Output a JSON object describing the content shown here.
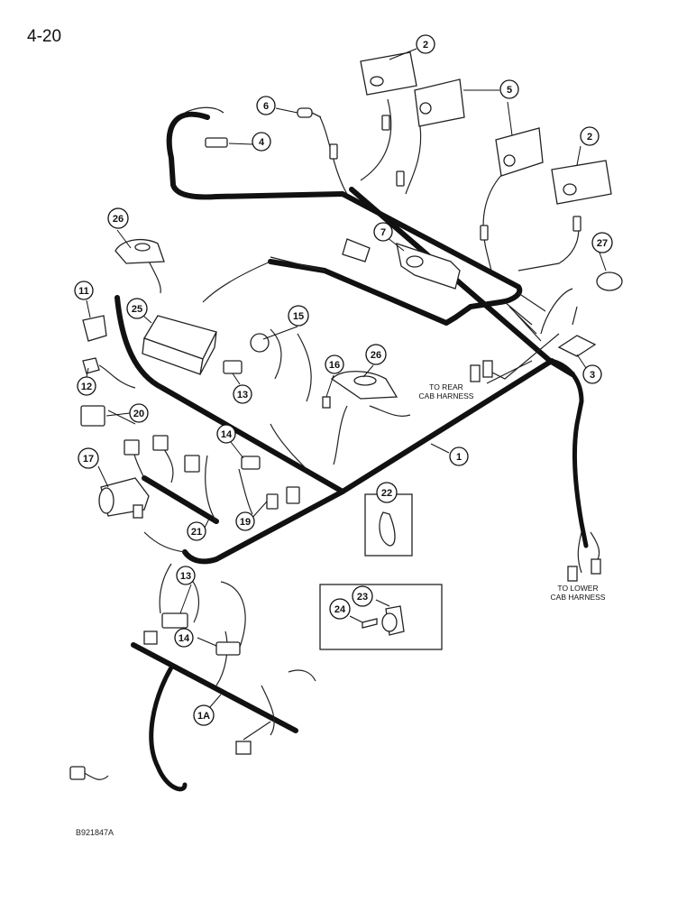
{
  "page_number": "4-20",
  "figure_code": "B921847A",
  "callouts": [
    {
      "id": "c2a",
      "label": "2"
    },
    {
      "id": "c5",
      "label": "5"
    },
    {
      "id": "c2b",
      "label": "2"
    },
    {
      "id": "c6",
      "label": "6"
    },
    {
      "id": "c4",
      "label": "4"
    },
    {
      "id": "c7",
      "label": "7"
    },
    {
      "id": "c26a",
      "label": "26"
    },
    {
      "id": "c27",
      "label": "27"
    },
    {
      "id": "c11",
      "label": "11"
    },
    {
      "id": "c25",
      "label": "25"
    },
    {
      "id": "c15",
      "label": "15"
    },
    {
      "id": "c16",
      "label": "16"
    },
    {
      "id": "c26b",
      "label": "26"
    },
    {
      "id": "c3",
      "label": "3"
    },
    {
      "id": "c12",
      "label": "12"
    },
    {
      "id": "c13a",
      "label": "13"
    },
    {
      "id": "c20",
      "label": "20"
    },
    {
      "id": "c14a",
      "label": "14"
    },
    {
      "id": "c1",
      "label": "1"
    },
    {
      "id": "c17",
      "label": "17"
    },
    {
      "id": "c22",
      "label": "22"
    },
    {
      "id": "c19",
      "label": "19"
    },
    {
      "id": "c21",
      "label": "21"
    },
    {
      "id": "c23",
      "label": "23"
    },
    {
      "id": "c24",
      "label": "24"
    },
    {
      "id": "c13b",
      "label": "13"
    },
    {
      "id": "c14b",
      "label": "14"
    },
    {
      "id": "c1a",
      "label": "1A"
    }
  ],
  "notes": {
    "rear_cab_line1": "TO REAR",
    "rear_cab_line2": "CAB HARNESS",
    "lower_cab_line1": "TO LOWER",
    "lower_cab_line2": "CAB HARNESS"
  }
}
